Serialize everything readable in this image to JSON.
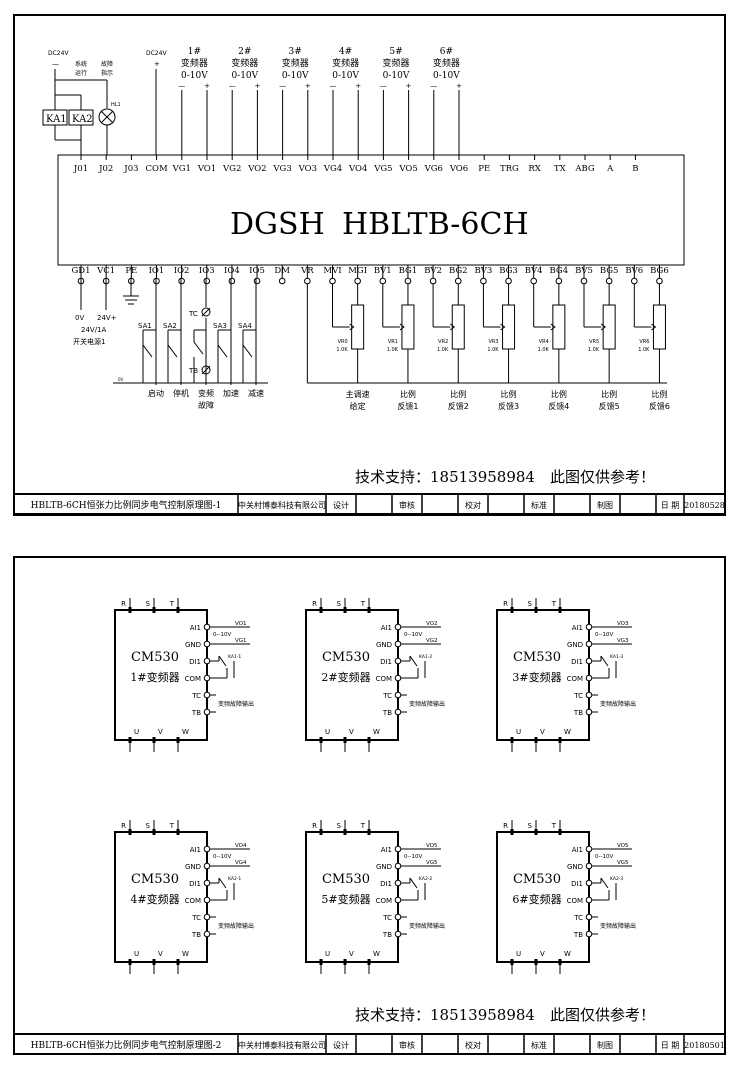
{
  "sheet1": {
    "model": "DGSH",
    "model_series": "HBLTB-6CH",
    "top_left": {
      "dc24v_left": "DC24V",
      "minus": "—",
      "plus": "+",
      "sys_run": [
        "系统",
        "运行"
      ],
      "fault": [
        "故障",
        "指示"
      ],
      "relays": [
        "KA1",
        "KA2"
      ],
      "lamp": "HL1",
      "dc24v_right": "DC24V"
    },
    "vfd_headers": [
      {
        "num": "1#",
        "name": "变频器",
        "range": "0-10V"
      },
      {
        "num": "2#",
        "name": "变频器",
        "range": "0-10V"
      },
      {
        "num": "3#",
        "name": "变频器",
        "range": "0-10V"
      },
      {
        "num": "4#",
        "name": "变频器",
        "range": "0-10V"
      },
      {
        "num": "5#",
        "name": "变频器",
        "range": "0-10V"
      },
      {
        "num": "6#",
        "name": "变频器",
        "range": "0-10V"
      }
    ],
    "top_terminals": [
      "J01",
      "J02",
      "J03",
      "COM",
      "VG1",
      "VO1",
      "VG2",
      "VO2",
      "VG3",
      "VO3",
      "VG4",
      "VO4",
      "VG5",
      "VO5",
      "VG6",
      "VO6",
      "PE",
      "TRG",
      "RX",
      "TX",
      "ABG",
      "A",
      "B"
    ],
    "bottom_terminals": [
      "GD1",
      "VC1",
      "PE",
      "IO1",
      "IO2",
      "IO3",
      "IO4",
      "IO5",
      "DM",
      "VR",
      "MVI",
      "MGI",
      "BV1",
      "BG1",
      "BV2",
      "BG2",
      "BV3",
      "BG3",
      "BV4",
      "BG4",
      "BV5",
      "BG5",
      "BV6",
      "BG6"
    ],
    "power": {
      "v0": "0V",
      "v24": "24V+",
      "spec": "24V/1A",
      "name": "开关电源1",
      "small": "0V"
    },
    "switches": [
      "SA1",
      "SA2",
      "SA3",
      "SA4"
    ],
    "tc_label": "TC",
    "tb_label": "TB",
    "functions": [
      {
        "lines": [
          "启动"
        ]
      },
      {
        "lines": [
          "停机"
        ]
      },
      {
        "lines": [
          "变频",
          "故障"
        ]
      },
      {
        "lines": [
          "加速"
        ]
      },
      {
        "lines": [
          "减速"
        ]
      }
    ],
    "pots": [
      {
        "name": "VR0",
        "value": "1.0K"
      },
      {
        "name": "VR1",
        "value": "1.0K"
      },
      {
        "name": "VR2",
        "value": "1.0K"
      },
      {
        "name": "VR3",
        "value": "1.0K"
      },
      {
        "name": "VR4",
        "value": "1.0K"
      },
      {
        "name": "VR5",
        "value": "1.0K"
      },
      {
        "name": "VR6",
        "value": "1.0K"
      }
    ],
    "pot_labels": [
      [
        "主调速",
        "给定"
      ],
      [
        "比例",
        "反馈1"
      ],
      [
        "比例",
        "反馈2"
      ],
      [
        "比例",
        "反馈3"
      ],
      [
        "比例",
        "反馈4"
      ],
      [
        "比例",
        "反馈5"
      ],
      [
        "比例",
        "反馈6"
      ]
    ],
    "support": "技术支持：18513958984　此图仅供参考！",
    "title_block": {
      "title": "HBLTB-6CH恒张力比例同步电气控制原理图-1",
      "company": "中关村博泰科技有限公司",
      "design": "设计",
      "review": "审核",
      "proof": "校对",
      "standard": "标准",
      "draw": "制图",
      "date_label": "日 期",
      "date": "20180528"
    }
  },
  "sheet2": {
    "vfds": [
      {
        "model": "CM530",
        "label": "1#变频器",
        "vo": "VO1",
        "vg": "VG1",
        "range": "0--10V",
        "ka": "KA1-1",
        "fault": "变频故障输出"
      },
      {
        "model": "CM530",
        "label": "2#变频器",
        "vo": "VO2",
        "vg": "VG2",
        "range": "0--10V",
        "ka": "KA1-2",
        "fault": "变频故障输出"
      },
      {
        "model": "CM530",
        "label": "3#变频器",
        "vo": "VO3",
        "vg": "VG3",
        "range": "0--10V",
        "ka": "KA1-3",
        "fault": "变频故障输出"
      },
      {
        "model": "CM530",
        "label": "4#变频器",
        "vo": "VO4",
        "vg": "VG4",
        "range": "0--10V",
        "ka": "KA2-1",
        "fault": "变频故障输出"
      },
      {
        "model": "CM530",
        "label": "5#变频器",
        "vo": "VO5",
        "vg": "VG5",
        "range": "0--10V",
        "ka": "KA2-2",
        "fault": "变频故障输出"
      },
      {
        "model": "CM530",
        "label": "6#变频器",
        "vo": "VO5",
        "vg": "VG5",
        "range": "0--10V",
        "ka": "KA2-3",
        "fault": "变频故障输出"
      }
    ],
    "vfd_pins": [
      "AI1",
      "GND",
      "DI1",
      "COM",
      "TC",
      "TB"
    ],
    "vfd_top": [
      "R",
      "S",
      "T"
    ],
    "vfd_bottom": [
      "U",
      "V",
      "W"
    ],
    "support": "技术支持：18513958984　此图仅供参考！",
    "title_block": {
      "title": "HBLTB-6CH恒张力比例同步电气控制原理图-2",
      "company": "中关村博泰科技有限公司",
      "design": "设计",
      "review": "审核",
      "proof": "校对",
      "standard": "标准",
      "draw": "制图",
      "date_label": "日 期",
      "date": "20180501"
    }
  }
}
